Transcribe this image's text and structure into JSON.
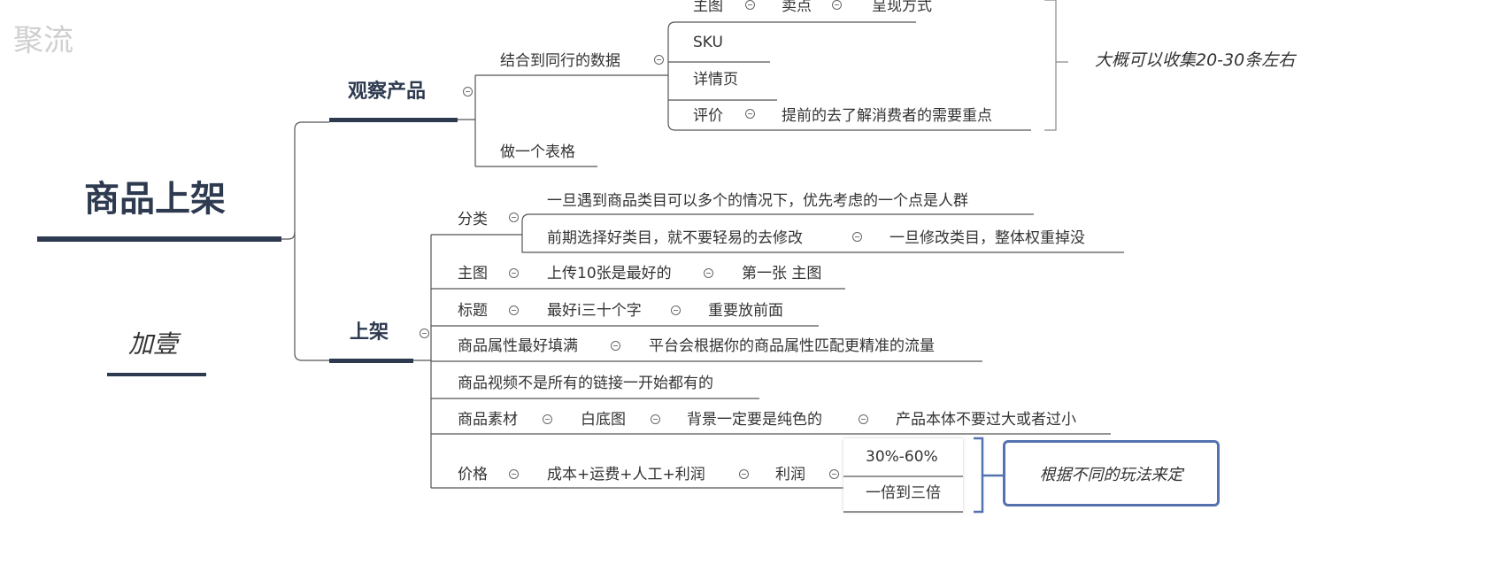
{
  "watermark": "聚流",
  "root": "商品上架",
  "author": "加壹",
  "branch1": {
    "title": "观察产品",
    "peer_data": {
      "label": "结合到同行的数据",
      "children": {
        "main_image": "主图",
        "selling_point": "卖点",
        "presentation": "呈现方式",
        "sku": "SKU",
        "detail_page": "详情页",
        "review": "评价",
        "review_note": "提前的去了解消费者的需要重点"
      }
    },
    "table": "做一个表格",
    "summary": "大概可以收集20-30条左右"
  },
  "branch2": {
    "title": "上架",
    "category": {
      "label": "分类",
      "c1": "一旦遇到商品类目可以多个的情况下，优先考虑的一个点是人群",
      "c2": "前期选择好类目，就不要轻易的去修改",
      "c2a": "一旦修改类目，整体权重掉没"
    },
    "main_image": {
      "label": "主图",
      "c1": "上传10张是最好的",
      "c2": "第一张 主图"
    },
    "title_row": {
      "label": "标题",
      "c1": "最好i三十个字",
      "c2": "重要放前面"
    },
    "attributes": {
      "label": "商品属性最好填满",
      "c1": "平台会根据你的商品属性匹配更精准的流量"
    },
    "video": {
      "label": "商品视频不是所有的链接一开始都有的"
    },
    "material": {
      "label": "商品素材",
      "c1": "白底图",
      "c2": "背景一定要是纯色的",
      "c3": "产品本体不要过大或者过小"
    },
    "price": {
      "label": "价格",
      "c1": "成本+运费+人工+利润",
      "c2": "利润",
      "o1": "30%-60%",
      "o2": "一倍到三倍",
      "summary": "根据不同的玩法来定"
    }
  }
}
